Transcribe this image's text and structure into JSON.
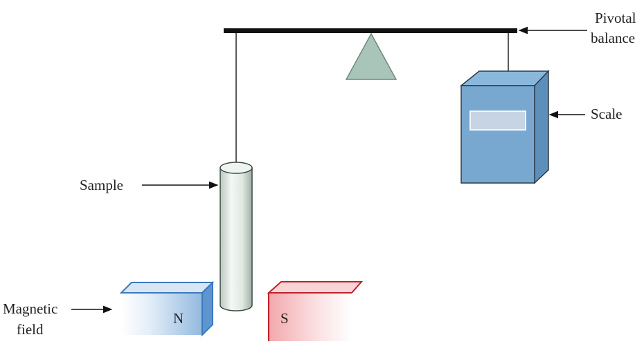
{
  "labels": {
    "pivotal_balance_line1": "Pivotal",
    "pivotal_balance_line2": "balance",
    "scale": "Scale",
    "sample": "Sample",
    "magnetic_field_line1": "Magnetic",
    "magnetic_field_line2": "field",
    "north_pole": "N",
    "south_pole": "S"
  },
  "colors": {
    "beam": "#111111",
    "fulcrum_fill": "#a9c4b8",
    "scale_front": "#78a8d0",
    "scale_side": "#5d8fbb",
    "scale_top": "#8ab8dc",
    "scale_edge": "#2a3b4a",
    "scale_window": "#c7d4e4",
    "north_magnet_edge": "#3a78c0",
    "south_magnet_edge": "#c0202a",
    "sample_tube": "#e4ece6"
  }
}
